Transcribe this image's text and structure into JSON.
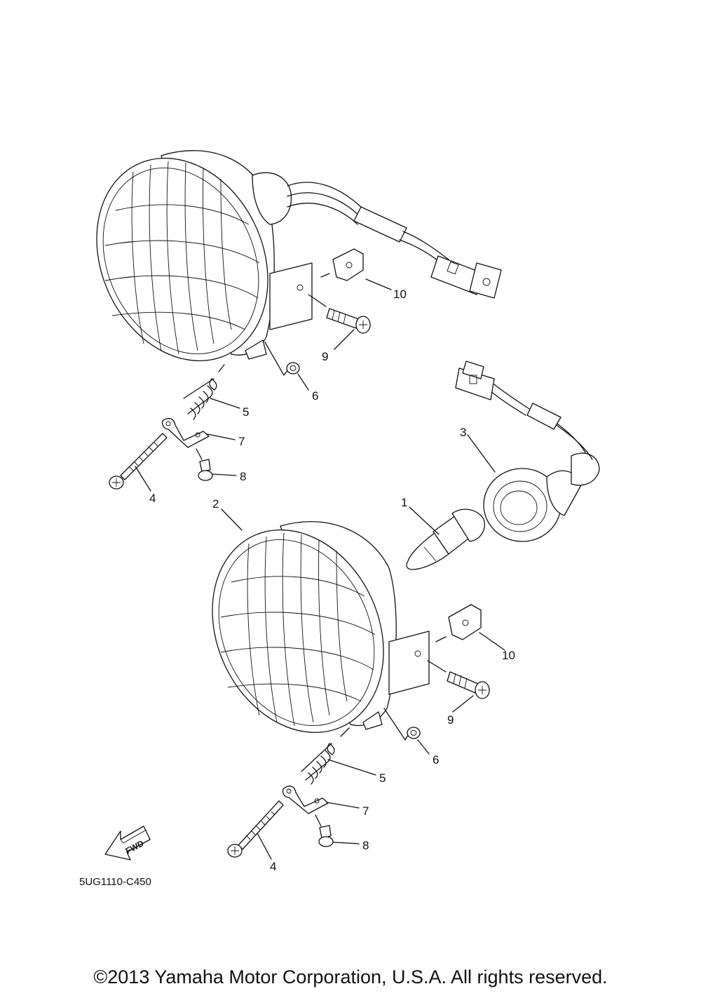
{
  "callouts": {
    "upper": {
      "p10": "10",
      "p9": "9",
      "p6": "6",
      "p5": "5",
      "p7": "7",
      "p8": "8",
      "p4": "4"
    },
    "lower": {
      "p2": "2",
      "p1": "1",
      "p3": "3",
      "p10": "10",
      "p9": "9",
      "p6": "6",
      "p5": "5",
      "p7": "7",
      "p8": "8",
      "p4": "4"
    }
  },
  "fwd_label": "FWD",
  "diagram_code": "5UG1110-C450",
  "copyright": "©2013 Yamaha Motor Corporation, U.S.A. All rights reserved."
}
